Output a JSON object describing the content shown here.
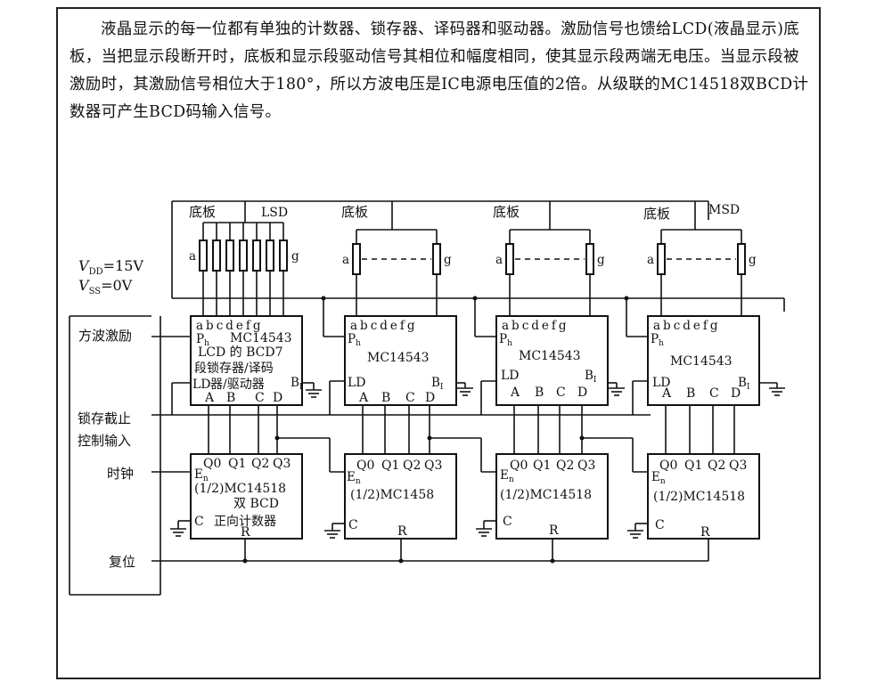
{
  "description": "液晶显示的每一位都有单独的计数器、锁存器、译码器和驱动器。激励信号也馈给LCD(液晶显示)底板，当把显示段断开时，底板和显示段驱动信号其相位和幅度相同，使其显示段两端无电压。当显示段被激励时，其激励信号相位大于180°，所以方波电压是IC电源电压值的2倍。从级联的MC14518双BCD计数器可产生BCD码输入信号。",
  "supply": {
    "vdd": "V",
    "vdd_sub": "DD",
    "vdd_val": "=15V",
    "vss": "V",
    "vss_sub": "SS",
    "vss_val": "=0V"
  },
  "inputs": {
    "square_wave": "方波激励",
    "latch_line1": "锁存截止",
    "latch_line2": "控制输入",
    "clock": "时钟",
    "reset": "复位"
  },
  "lcd": {
    "backplane": "底板",
    "lsd": "LSD",
    "msd": "MSD",
    "seg_a": "a",
    "seg_g": "g"
  },
  "decoder": {
    "pins_top": "abcdefg",
    "ph": "P",
    "ph_sub": "h",
    "ld": "LD",
    "bi": "B",
    "bi_sub": "I",
    "inputs_abcd": [
      "A",
      "B",
      "C",
      "D"
    ],
    "first_title_1": "LCD 的 BCD7",
    "first_title_2": "段锁存器/译码",
    "first_title_3": "器/驱动器",
    "name": "MC14543",
    "first_name": "MC14543"
  },
  "counter": {
    "e": "E",
    "e_sub": "n",
    "q": [
      "Q0",
      "Q1",
      "Q2",
      "Q3"
    ],
    "c": "C",
    "r": "R",
    "first_name": "(1/2)MC14518",
    "first_sub1": "双 BCD",
    "first_sub2": "正向计数器",
    "second_name": "(1/2)MC1458",
    "third_name": "(1/2)MC14518",
    "fourth_name": "(1/2)MC14518"
  }
}
